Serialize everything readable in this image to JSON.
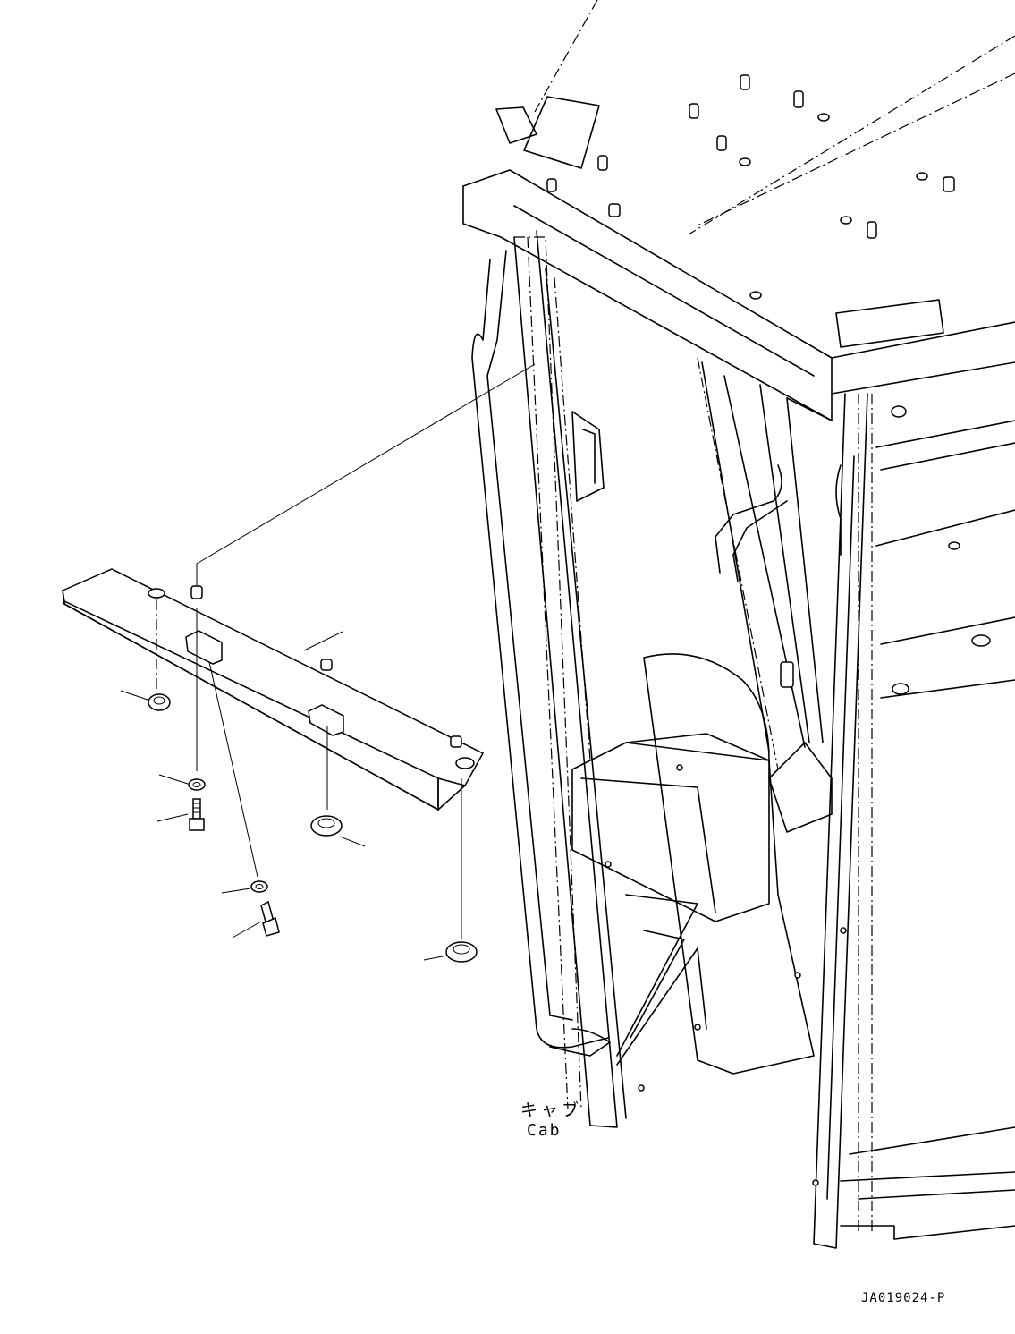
{
  "labels": {
    "cab_jp": "キャブ",
    "cab_en": "Cab",
    "drawing_code": "JA019024-P"
  },
  "colors": {
    "line": "#000000",
    "background": "#ffffff"
  },
  "icons": [
    "bracket-part",
    "cushion-nut",
    "washer",
    "bolt",
    "cab-frame"
  ]
}
